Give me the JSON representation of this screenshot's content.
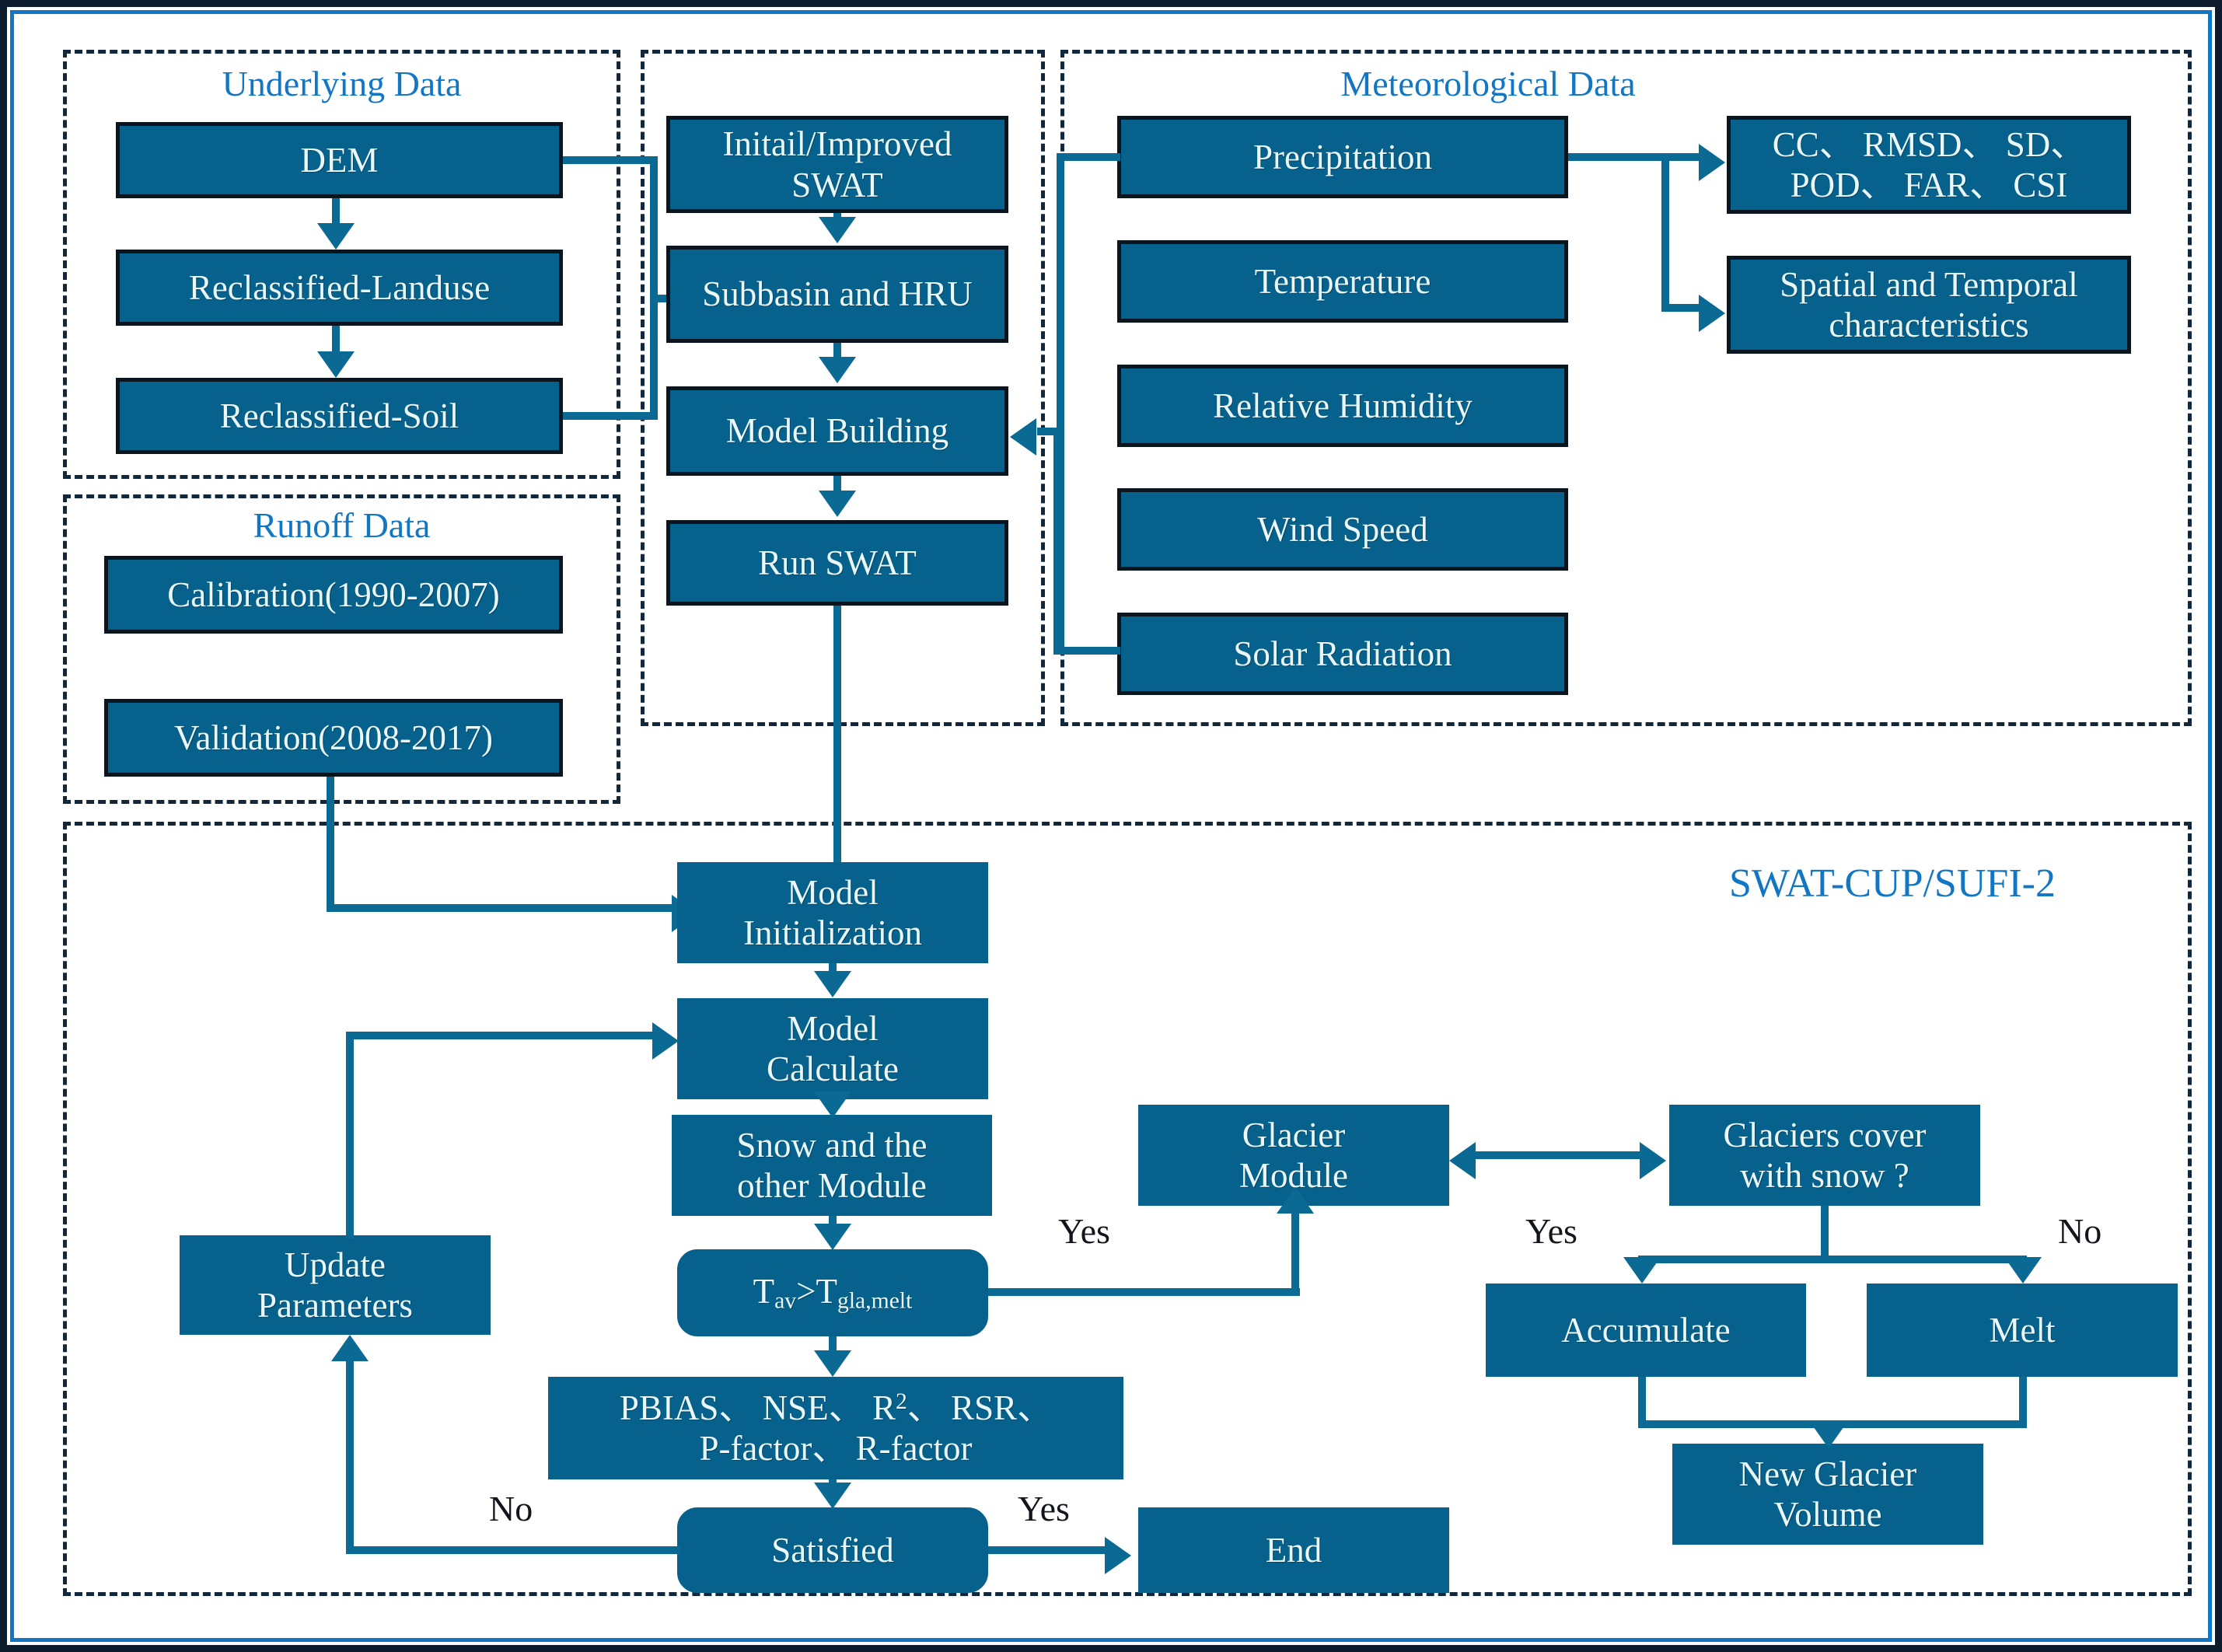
{
  "figure": {
    "kind": "flowchart",
    "subject": "SWAT glacier-snow hydrological modelling workflow"
  },
  "groups": {
    "underlying": {
      "title": "Underlying Data"
    },
    "runoff": {
      "title": "Runoff Data"
    },
    "swat": {
      "title": ""
    },
    "meteo": {
      "title": "Meteorological Data"
    },
    "swatcup": {
      "title": "SWAT-CUP/SUFI-2"
    }
  },
  "underlying_data": {
    "items": [
      {
        "label": "DEM"
      },
      {
        "label": "Reclassified-Landuse"
      },
      {
        "label": "Reclassified-Soil"
      }
    ]
  },
  "runoff_data": {
    "items": [
      {
        "label": "Calibration(1990-2007)"
      },
      {
        "label": "Validation(2008-2017)"
      }
    ]
  },
  "swat_column": {
    "items": [
      {
        "label": "Initail/Improved SWAT"
      },
      {
        "label": "Subbasin and HRU"
      },
      {
        "label": "Model Building"
      },
      {
        "label": "Run SWAT"
      }
    ]
  },
  "meteorological_data": {
    "items": [
      {
        "label": "Precipitation"
      },
      {
        "label": "Temperature"
      },
      {
        "label": "Relative Humidity"
      },
      {
        "label": "Wind Speed"
      },
      {
        "label": "Solar Radiation"
      }
    ]
  },
  "precip_outputs": {
    "metrics_line1": "CC、 RMSD、 SD、",
    "metrics_line2": "POD、 FAR、 CSI",
    "spatiotemporal_line1": "Spatial and Temporal",
    "spatiotemporal_line2": "characteristics"
  },
  "calibration_loop": {
    "model_initialization": "Model Initialization",
    "model_calculate": "Model Calculate",
    "snow_module_line1": "Snow and the",
    "snow_module_line2": "other Module",
    "temperature_test_prefix": "T",
    "temperature_test_sub1": "av",
    "temperature_test_op": ">T",
    "temperature_test_sub2": "gla,melt",
    "update_parameters_line1": "Update",
    "update_parameters_line2": "Parameters",
    "metrics_line1_a": "PBIAS、 NSE、 R",
    "metrics_line1_sup": "2",
    "metrics_line1_b": "、 RSR、",
    "metrics_line2": "P-factor、 R-factor",
    "satisfied": "Satisfied",
    "end": "End"
  },
  "glacier_branch": {
    "glacier_module_line1": "Glacier",
    "glacier_module_line2": "Module",
    "question_line1": "Glaciers cover",
    "question_line2": "with snow ?",
    "accumulate": "Accumulate",
    "melt": "Melt",
    "new_volume_line1": "New Glacier",
    "new_volume_line2": "Volume"
  },
  "edge_labels": {
    "yes_tav": "Yes",
    "yes_accumulate": "Yes",
    "no_melt": "No",
    "no_satisfied": "No",
    "yes_satisfied": "Yes"
  },
  "colors": {
    "box_fill": "#06628c",
    "box_text": "#eaf7fb",
    "group_title": "#1176c4",
    "connector": "#0a6a93",
    "frame_outer": "#0c1c2c",
    "frame_inner": "#1176c4",
    "dashed_border": "#11283c",
    "edge_label": "#12161c"
  }
}
